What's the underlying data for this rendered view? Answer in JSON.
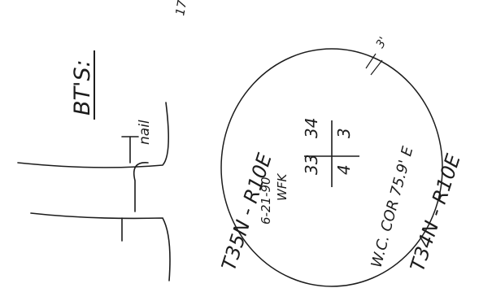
{
  "document": {
    "corner_mark": "17",
    "heading": "BT'S:",
    "nail_label": "nail",
    "medallion": {
      "township_east": "T35N - R10E",
      "date": "6-21-90",
      "initials": "WFK",
      "section_ul": "33",
      "section_ur": "34",
      "section_ll": "4",
      "section_lr": "3",
      "corner_note": "W.C. COR 75.9' E",
      "township_south": "T34N - R10E",
      "mark": "3'"
    }
  }
}
